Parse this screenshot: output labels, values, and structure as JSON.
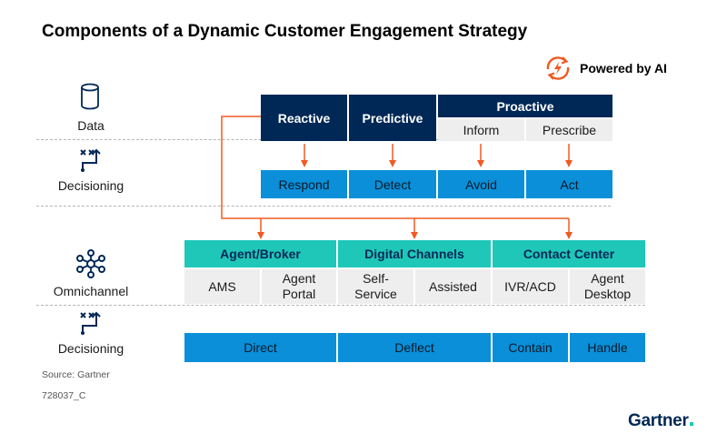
{
  "title": "Components of a Dynamic Customer Engagement Strategy",
  "powered_by": "Powered by AI",
  "rows": {
    "data": "Data",
    "decisioning_top": "Decisioning",
    "omnichannel": "Omnichannel",
    "decisioning_bottom": "Decisioning"
  },
  "data_row": {
    "reactive": "Reactive",
    "predictive": "Predictive",
    "proactive": "Proactive",
    "inform": "Inform",
    "prescribe": "Prescribe"
  },
  "decision_row": [
    "Respond",
    "Detect",
    "Avoid",
    "Act"
  ],
  "channels": {
    "agent_broker": {
      "title": "Agent/Broker",
      "items": [
        "AMS",
        "Agent Portal"
      ]
    },
    "digital": {
      "title": "Digital Channels",
      "items": [
        "Self-Service",
        "Assisted"
      ]
    },
    "contact_center": {
      "title": "Contact Center",
      "items": [
        "IVR/ACD",
        "Agent Desktop"
      ]
    }
  },
  "bottom_row": [
    "Direct",
    "Deflect",
    "Contain",
    "Handle"
  ],
  "source": "Source: Gartner",
  "code": "728037_C",
  "logo": "Gartner",
  "colors": {
    "navy": "#002856",
    "blue": "#0a8fd8",
    "teal": "#1fc7b8",
    "orange": "#f05a22",
    "grey": "#eeeeee"
  }
}
